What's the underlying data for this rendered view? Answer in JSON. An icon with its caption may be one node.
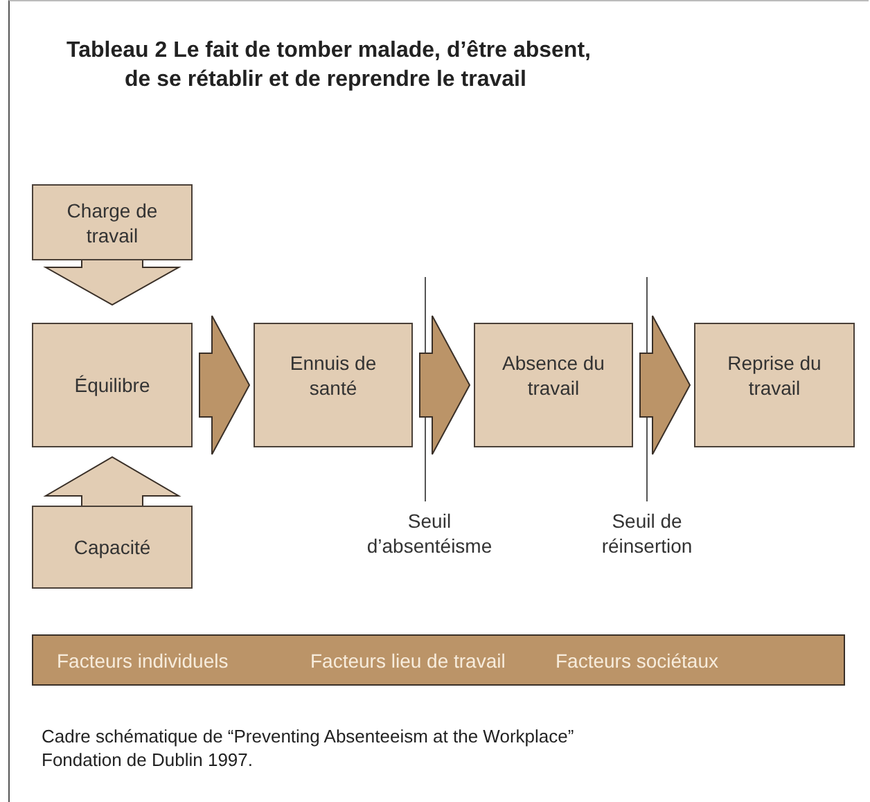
{
  "diagram": {
    "title": "Tableau 2 Le fait de tomber malade, d’être absent, de se rétablir et de reprendre le travail",
    "caption": "Cadre schématique de “Preventing Absenteeism at the Workplace” Fondation de Dublin 1997.",
    "nodes": [
      {
        "text": [
          "Charge de travail"
        ]
      },
      {
        "text": [
          "Équilibre"
        ]
      },
      {
        "text": [
          "Capacité"
        ]
      },
      {
        "text": [
          "Ennuis de santé"
        ]
      },
      {
        "text": [
          "Absence du travail"
        ]
      },
      {
        "text": [
          "Reprise du travail"
        ]
      },
      {
        "text": [
          "Facteurs individuels",
          "Facteurs lieu de travail",
          "Facteurs sociétaux"
        ]
      }
    ],
    "edges": [
      {
        "from": 0,
        "to": 1,
        "arrow": "to",
        "color": "#e2cdb4"
      },
      {
        "from": 2,
        "to": 1,
        "arrow": "to",
        "color": "#e2cdb4"
      },
      {
        "from": 1,
        "to": 3,
        "arrow": "to"
      },
      {
        "from": 3,
        "to": 4,
        "arrow": "to"
      },
      {
        "from": 4,
        "to": 5,
        "arrow": "to"
      }
    ],
    "labels": [
      "Seuil d’absentéisme",
      "Seuil de réinsertion"
    ]
  }
}
